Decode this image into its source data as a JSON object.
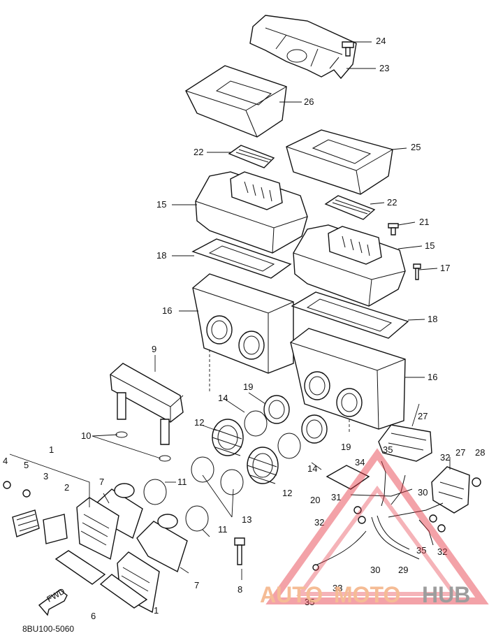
{
  "diagram": {
    "code": "8BU100-5060",
    "fwd_label": "FWD",
    "callouts": [
      "24",
      "23",
      "26",
      "22",
      "25",
      "15",
      "22",
      "21",
      "15",
      "17",
      "18",
      "16",
      "18",
      "16",
      "9",
      "14",
      "19",
      "12",
      "10",
      "1",
      "5",
      "3",
      "2",
      "4",
      "7",
      "11",
      "13",
      "12",
      "14",
      "19",
      "20",
      "34",
      "35",
      "31",
      "32",
      "30",
      "27",
      "32",
      "27",
      "28",
      "8",
      "6",
      "1",
      "7",
      "11",
      "33",
      "30",
      "29",
      "35",
      "32",
      "35"
    ]
  },
  "watermark": {
    "text_auto": "AUTO",
    "text_moto": "MOTO",
    "text_hub": "HUB",
    "colors": {
      "auto": "#f4b183",
      "moto": "#f4b183",
      "hub": "#8c8c8c",
      "triangle": "#e63946"
    }
  }
}
